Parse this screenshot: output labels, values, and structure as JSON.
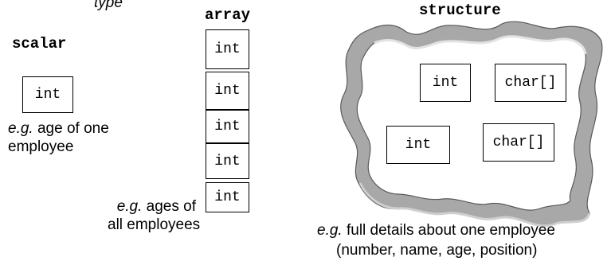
{
  "top_partial_label": "type",
  "scalar": {
    "heading": "scalar",
    "box": "int",
    "caption_em": "e.g.",
    "caption_line1": " age of one",
    "caption_line2": "employee"
  },
  "array": {
    "heading": "array",
    "cells": [
      "int",
      "int",
      "int",
      "int",
      "int"
    ],
    "caption_em": "e.g.",
    "caption_line1": " ages of",
    "caption_line2": "all employees"
  },
  "structure": {
    "heading": "structure",
    "fields": [
      "int",
      "char[]",
      "int",
      "char[]"
    ],
    "caption_em": "e.g.",
    "caption_line1": " full details about one employee",
    "caption_line2": "(number, name, age, position)",
    "blob_color": "#a8a8a8"
  }
}
